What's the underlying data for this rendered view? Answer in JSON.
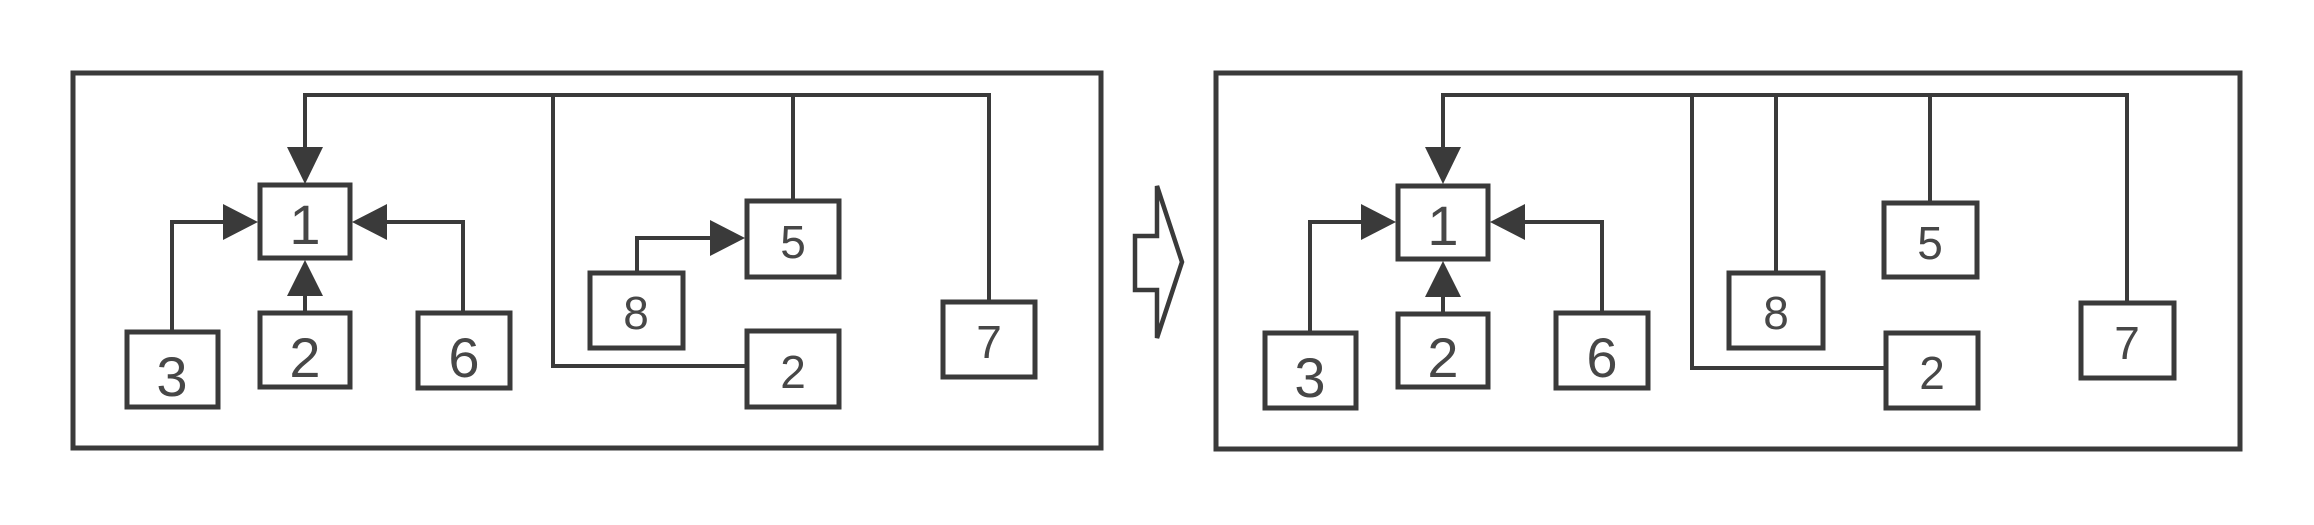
{
  "figure": {
    "kind": "box-and-arrow transformation diagram",
    "panels": 2
  },
  "colors": {
    "line": "#3a3a3a",
    "text": "#474747",
    "box_fill": "#ffffff",
    "background": "#ffffff"
  },
  "icons": {
    "transform_arrow": "block-arrow-right"
  },
  "diagrams": [
    {
      "id": "before",
      "boxes": [
        {
          "id": "1",
          "label": "1"
        },
        {
          "id": "3",
          "label": "3"
        },
        {
          "id": "2",
          "label": "2"
        },
        {
          "id": "6",
          "label": "6"
        },
        {
          "id": "8",
          "label": "8"
        },
        {
          "id": "5",
          "label": "5"
        },
        {
          "id": "2b",
          "label": "2"
        },
        {
          "id": "7",
          "label": "7"
        }
      ]
    },
    {
      "id": "after",
      "boxes": [
        {
          "id": "1",
          "label": "1"
        },
        {
          "id": "3",
          "label": "3"
        },
        {
          "id": "2",
          "label": "2"
        },
        {
          "id": "6",
          "label": "6"
        },
        {
          "id": "8",
          "label": "8"
        },
        {
          "id": "5",
          "label": "5"
        },
        {
          "id": "2b",
          "label": "2"
        },
        {
          "id": "7",
          "label": "7"
        }
      ]
    }
  ]
}
